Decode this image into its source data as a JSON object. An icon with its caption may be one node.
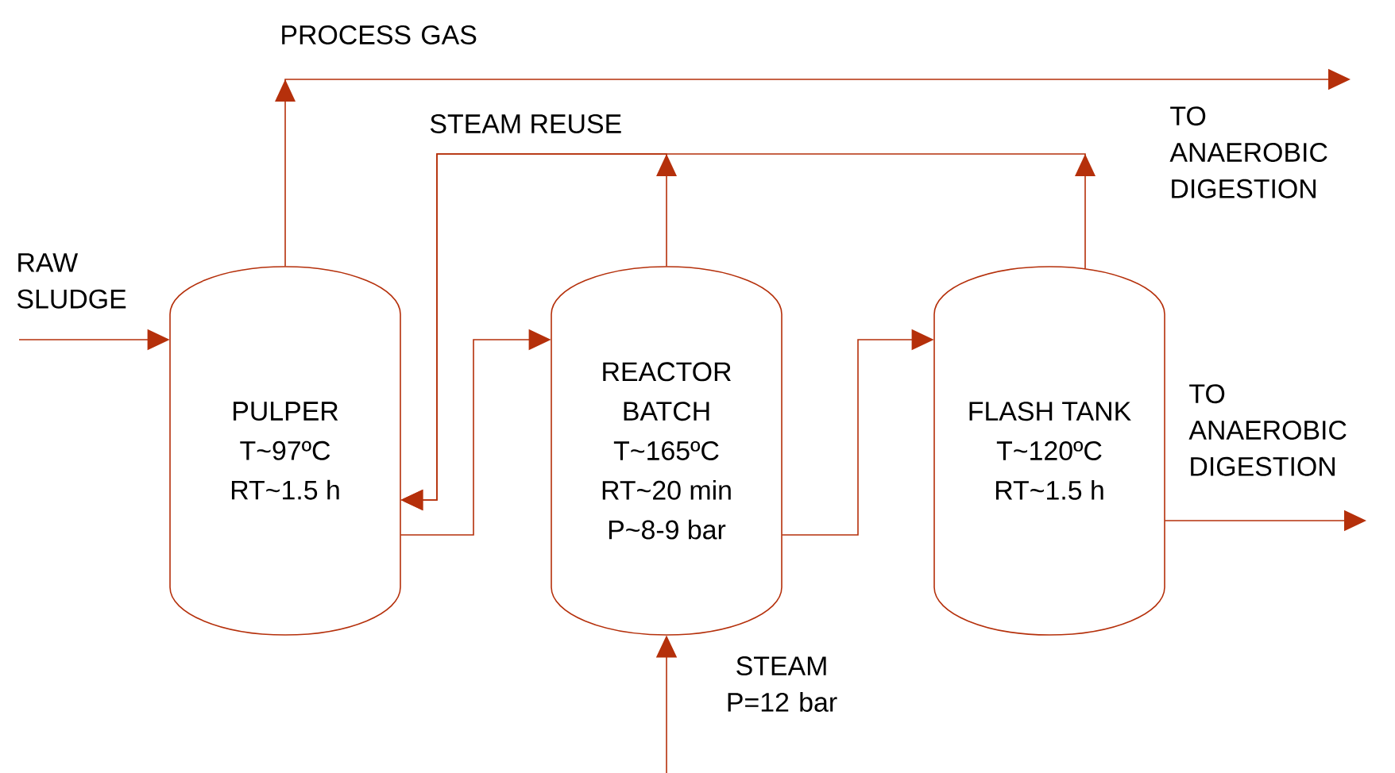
{
  "diagram": {
    "nodes": [
      {
        "text": [
          "PULPER",
          "T~97ºC",
          "RT~1.5 h"
        ]
      },
      {
        "text": [
          "REACTOR BATCH",
          "T~165ºC",
          "RT~20 min",
          "P~8-9 bar"
        ]
      },
      {
        "text": [
          "FLASH TANK",
          "T~120ºC",
          "RT~1.5 h"
        ]
      },
      {
        "text": [
          "RAW SLUDGE"
        ]
      },
      {
        "text": [
          "TO ANAEROBIC DIGESTION"
        ]
      },
      {
        "text": [
          "TO ANAEROBIC DIGESTION"
        ]
      }
    ],
    "edges": [
      {
        "from": 3,
        "to": 0,
        "arrow": "to"
      },
      {
        "from": 0,
        "to": 4,
        "arrow": "to",
        "label": "PROCESS GAS"
      },
      {
        "from": 1,
        "to": 0,
        "arrow": "to"
      },
      {
        "from": 2,
        "to": 0,
        "arrow": "to"
      },
      {
        "from": 0,
        "to": 1,
        "arrow": "to"
      },
      {
        "from": 1,
        "to": 2,
        "arrow": "to"
      },
      {
        "from": 2,
        "to": 5,
        "arrow": "to"
      },
      {
        "from": null,
        "to": 1,
        "arrow": "to",
        "label": "STEAM P=12 bar"
      }
    ],
    "labels": [
      "STEAM REUSE"
    ]
  }
}
